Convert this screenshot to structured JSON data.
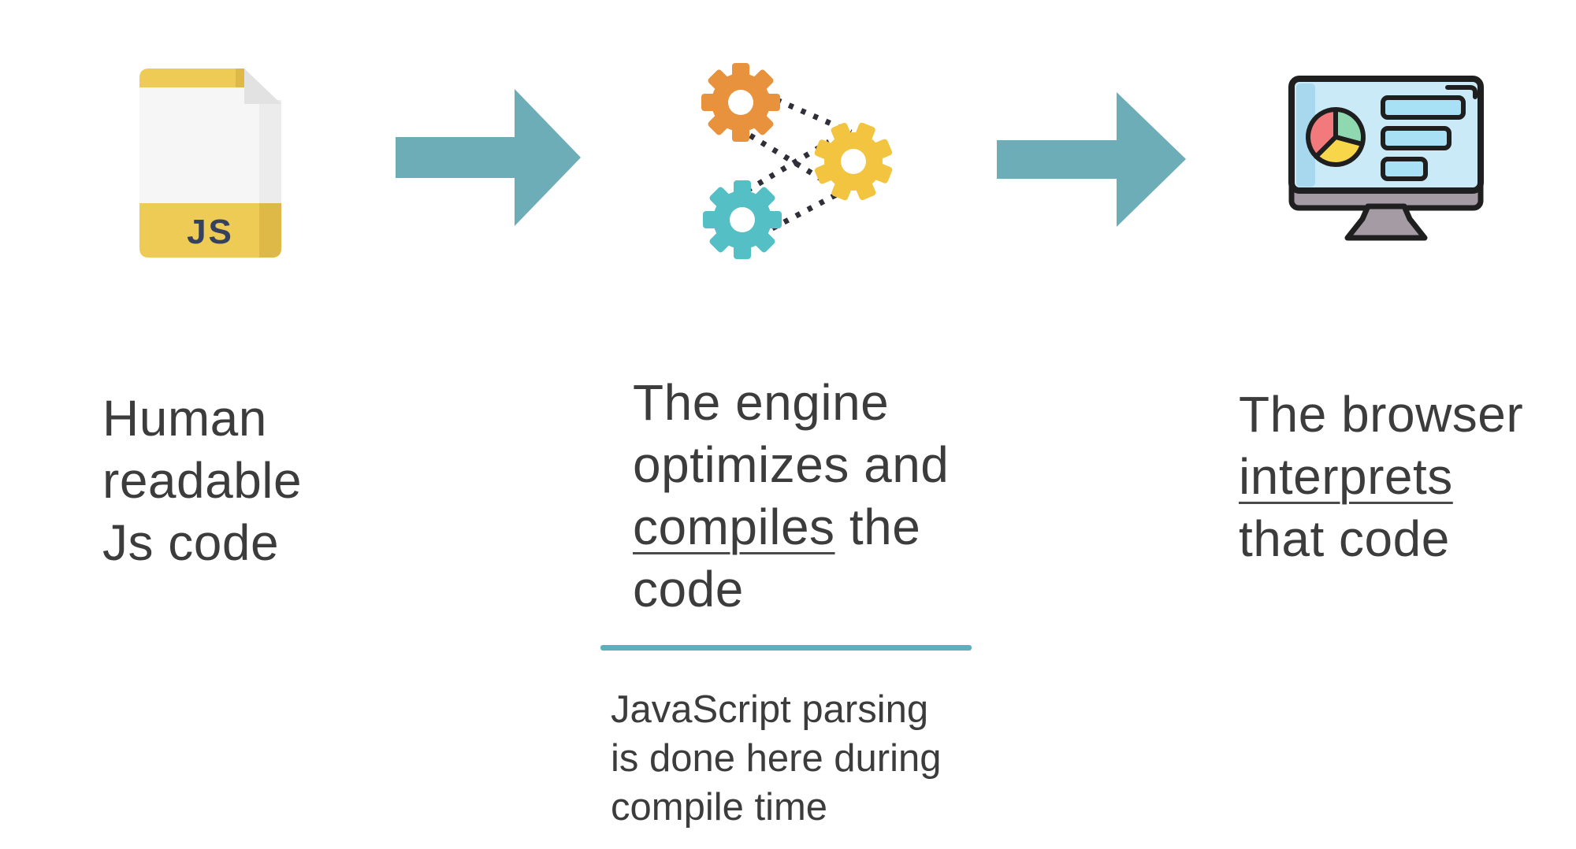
{
  "diagram": {
    "title": "javascript-compilation-flow",
    "labels": {
      "step1": {
        "lines": [
          [
            {
              "t": "Human"
            }
          ],
          [
            {
              "t": "readable"
            }
          ],
          [
            {
              "t": "Js code"
            }
          ]
        ]
      },
      "step2": {
        "lines": [
          [
            {
              "t": "The engine"
            }
          ],
          [
            {
              "t": "optimizes and"
            }
          ],
          [
            {
              "t": "compiles",
              "u": true
            },
            {
              "t": " the"
            }
          ],
          [
            {
              "t": "code"
            }
          ]
        ]
      },
      "step3": {
        "lines": [
          [
            {
              "t": "The browser"
            }
          ],
          [
            {
              "t": "interprets",
              "u": true
            }
          ],
          [
            {
              "t": "that code"
            }
          ]
        ]
      },
      "note": {
        "lines": [
          [
            {
              "t": "JavaScript parsing"
            }
          ],
          [
            {
              "t": "is done here during"
            }
          ],
          [
            {
              "t": "compile time"
            }
          ]
        ]
      }
    },
    "icons": {
      "js_file": {
        "name": "js-file-icon",
        "badge": "JS"
      },
      "engine_gears": {
        "name": "engine-gears-icon"
      },
      "browser_monitor": {
        "name": "browser-monitor-icon"
      }
    }
  },
  "colors": {
    "text": "#3C3C3C",
    "arrow": "#6CADB8",
    "divider": "#5CB0BC",
    "gear_orange": "#E8923E",
    "gear_yellow": "#F3C440",
    "gear_teal": "#55BFC6",
    "dotted_line": "#2F2F3A",
    "file_yellow": "#EDCB55",
    "file_yellow_dark": "#DFB948",
    "file_body": "#F6F6F6",
    "file_shade": "#ECECEC",
    "file_fold": "#E2E2E2",
    "js_badge_text": "#36415F",
    "monitor_outline": "#1F1F1F",
    "monitor_screen": "#CBEAF8",
    "monitor_strip": "#A7D8EE",
    "monitor_gray": "#A59BA5",
    "pie_red": "#F2797C",
    "pie_green": "#8FD8B0",
    "pie_yellow": "#F8D64A",
    "bar_blue": "#A8E0F5"
  }
}
